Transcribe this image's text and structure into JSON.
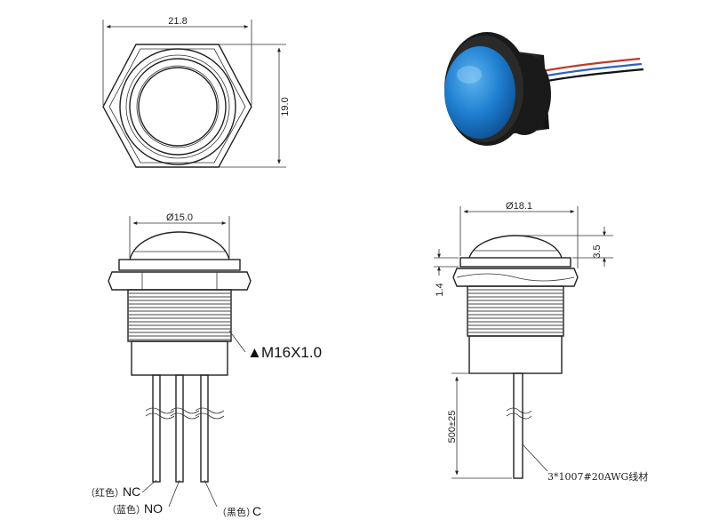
{
  "top_view": {
    "width_dim": "21.8",
    "height_dim": "19.0"
  },
  "front_view": {
    "diameter_dim": "Ø15.0",
    "thread_label": "M16X1.0",
    "thread_marker": "▲"
  },
  "side_view": {
    "diameter_dim": "Ø18.1",
    "cap_height_dim": "3.5",
    "flange_dim": "1.4",
    "wire_length_dim": "500±25",
    "wire_spec": "3*1007#20AWG线材"
  },
  "wires": [
    {
      "label_cn": "（红色）",
      "label": "NC"
    },
    {
      "label_cn": "（蓝色）",
      "label": "NO"
    },
    {
      "label_cn": "（黑色）",
      "label": "C"
    }
  ],
  "colors": {
    "button_blue": "#1f7fd0",
    "body_dark": "#1a1a1a",
    "wire_red": "#c0392b",
    "wire_blue": "#2f5fc0",
    "wire_black": "#111111"
  }
}
